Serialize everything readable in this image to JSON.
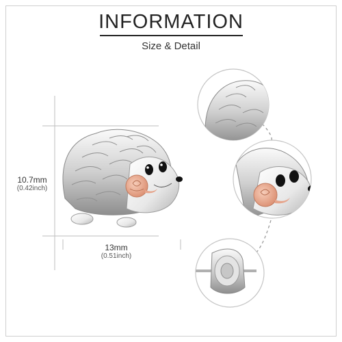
{
  "header": {
    "title": "INFORMATION",
    "subtitle": "Size & Detail"
  },
  "dimensions": {
    "height_mm": "10.7mm",
    "height_inch": "(0.42inch)",
    "width_mm": "13mm",
    "width_inch": "(0.51inch)"
  },
  "colors": {
    "silver_dark": "#8a8a8a",
    "silver_light": "#f2f2f2",
    "rose_gold": "#e6a58c",
    "eye_black": "#111111"
  },
  "details": [
    {
      "name": "quill-closeup"
    },
    {
      "name": "face-closeup"
    },
    {
      "name": "earring-back-closeup"
    }
  ]
}
